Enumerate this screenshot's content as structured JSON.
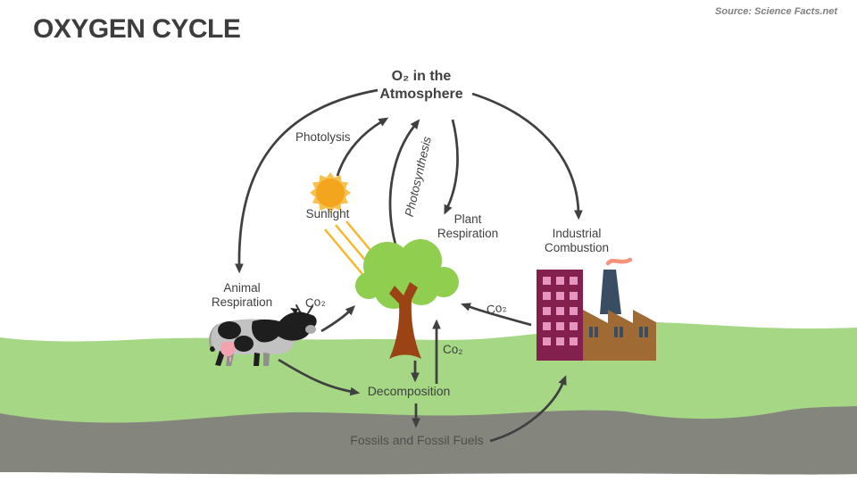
{
  "page": {
    "title": "OXYGEN CYCLE",
    "source": "Source: Science Facts.net"
  },
  "diagram": {
    "labels": {
      "atmosphere": "O₂ in the Atmosphere",
      "photolysis": "Photolysis",
      "sunlight": "Sunlight",
      "photosynthesis": "Photosynthesis",
      "plant_respiration": "Plant Respiration",
      "industrial_combustion": "Industrial Combustion",
      "animal_respiration": "Animal Respiration",
      "decomposition": "Decomposition",
      "fossils": "Fossils and Fossil Fuels",
      "co2_animal": "Co₂",
      "co2_factory": "Co₂",
      "co2_soil": "Co₂"
    },
    "illustrations": [
      "sun-icon",
      "sun-rays-icon",
      "tree-icon",
      "cow-icon",
      "factory-icon",
      "grass-band",
      "soil-band"
    ]
  },
  "colors": {
    "title": "#3D3D3D",
    "text": "#404040",
    "source": "#7F7F7F",
    "arrow": "#404040",
    "grass": "#A5D784",
    "soil": "#84867E",
    "soil_text": "#4E4F49",
    "canopy": "#8FCE4F",
    "trunk": "#9C4315",
    "sun_core": "#F2A51D",
    "sun_spikes": "#F6C14E",
    "ray": "#F5B82E",
    "maroon": "#84204E",
    "window_pink": "#E794BE",
    "factory_brown": "#A06A35",
    "slate": "#3A4E63",
    "smoke": "#F8917A",
    "cow_gray": "#C2C2C2",
    "cow_dark": "#1E1E1E",
    "udder_pink": "#F2A3AE"
  }
}
